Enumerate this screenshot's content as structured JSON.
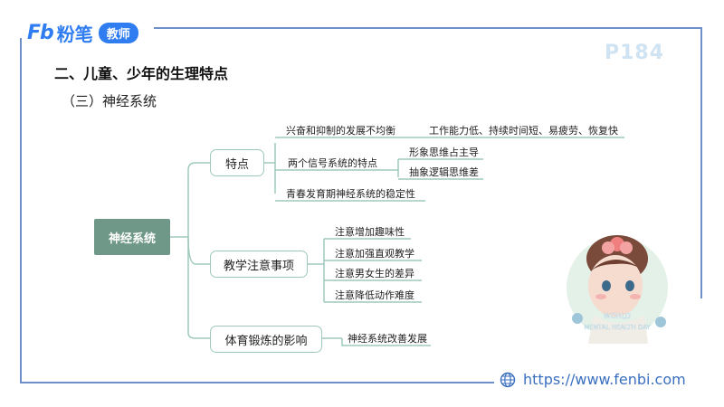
{
  "header": {
    "logo_mark": "Fb",
    "logo_text": "粉笔",
    "logo_badge": "教师",
    "page_number": "P184"
  },
  "title": "二、儿童、少年的生理特点",
  "subtitle": "（三）神经系统",
  "mindmap": {
    "root": "神经系统",
    "branches": [
      {
        "label": "特点",
        "children": [
          {
            "label": "兴奋和抑制的发展不均衡",
            "children": [
              {
                "label": "工作能力低、持续时间短、易疲劳、恢复快"
              }
            ]
          },
          {
            "label": "两个信号系统的特点",
            "children": [
              {
                "label": "形象思维占主导"
              },
              {
                "label": "抽象逻辑思维差"
              }
            ]
          },
          {
            "label": "青春发育期神经系统的稳定性",
            "children": []
          }
        ]
      },
      {
        "label": "教学注意事项",
        "children": [
          {
            "label": "注意增加趣味性"
          },
          {
            "label": "注意加强直观教学"
          },
          {
            "label": "注意男女生的差异"
          },
          {
            "label": "注意降低动作难度"
          }
        ]
      },
      {
        "label": "体育锻炼的影响",
        "children": [
          {
            "label": "神经系统改善发展"
          }
        ]
      }
    ]
  },
  "illustration": {
    "text": [
      "WORLD",
      "MENTAL HEALTH DAY"
    ]
  },
  "footer": {
    "url": "https://www.fenbi.com"
  },
  "colors": {
    "brand_blue": "#2f7df0",
    "root_fill": "#6f9888",
    "branch_line": "#9fc9be",
    "frame": "#6d90c8"
  }
}
